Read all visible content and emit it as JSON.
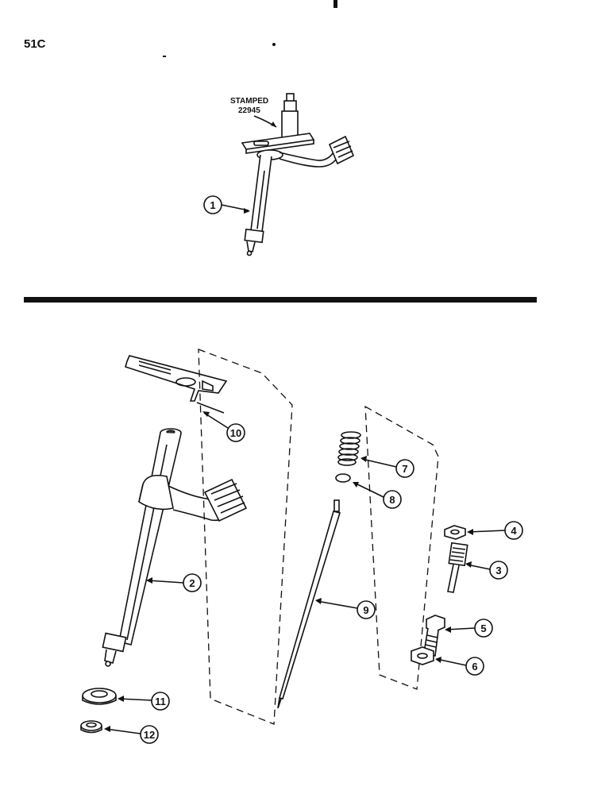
{
  "page_code": "51C",
  "stamp": {
    "line1": "STAMPED",
    "line2": "22945"
  },
  "callouts": [
    "1",
    "2",
    "3",
    "4",
    "5",
    "6",
    "7",
    "8",
    "9",
    "10",
    "11",
    "12"
  ]
}
